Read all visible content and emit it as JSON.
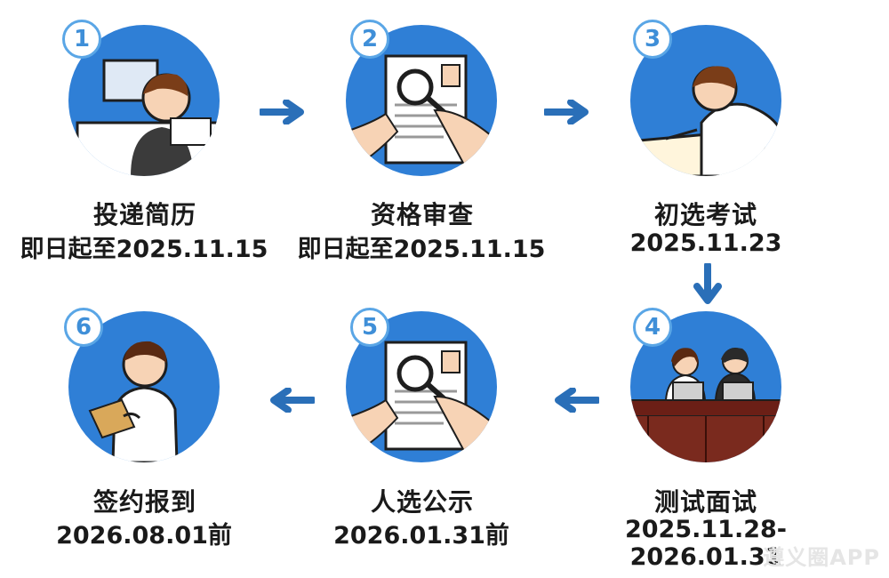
{
  "steps": [
    {
      "num": "1",
      "title": "投递简历",
      "date": "即日起至2025.11.15",
      "icon": "computer-person-icon"
    },
    {
      "num": "2",
      "title": "资格审查",
      "date": "即日起至2025.11.15",
      "icon": "document-review-icon"
    },
    {
      "num": "3",
      "title": "初选考试",
      "date": "2025.11.23",
      "icon": "exam-writing-icon"
    },
    {
      "num": "4",
      "title": "测试面试",
      "date": "2025.11.28-2026.01.31",
      "icon": "interview-panel-icon"
    },
    {
      "num": "5",
      "title": "人选公示",
      "date": "2026.01.31前",
      "icon": "document-review-icon"
    },
    {
      "num": "6",
      "title": "签约报到",
      "date": "2026.08.01前",
      "icon": "signing-person-icon"
    }
  ],
  "watermark": "遵义圈APP",
  "colors": {
    "circle": "#2f7fd6",
    "arrow": "#2a6fb8",
    "number": "#3f8fd8"
  }
}
